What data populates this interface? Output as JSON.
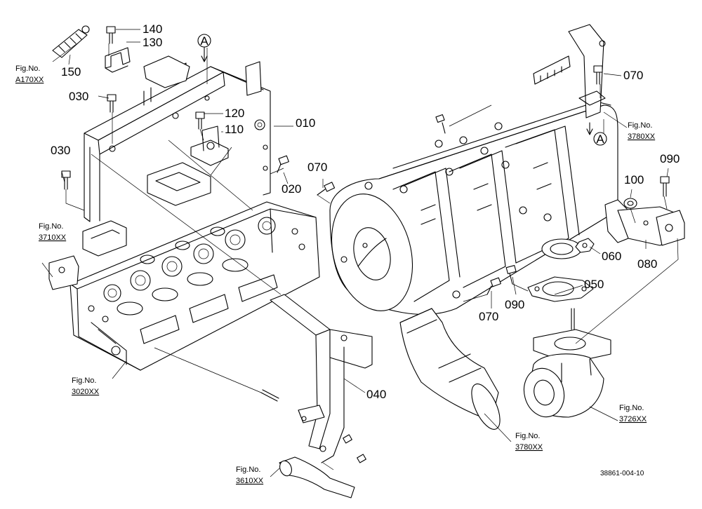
{
  "part_numbers": {
    "p010": "010",
    "p020": "020",
    "p030a": "030",
    "p030b": "030",
    "p040": "040",
    "p050": "050",
    "p060": "060",
    "p070a": "070",
    "p070b": "070",
    "p070c": "070",
    "p080": "080",
    "p090a": "090",
    "p090b": "090",
    "p100": "100",
    "p110": "110",
    "p120": "120",
    "p130": "130",
    "p140": "140",
    "p150": "150"
  },
  "figure_refs": {
    "fig_label": "Fig.No.",
    "a170": "A170XX",
    "r3710": "3710XX",
    "r3020": "3020XX",
    "r3610": "3610XX",
    "r3780_top": "3780XX",
    "r3780_bottom": "3780XX",
    "r3726": "3726XX"
  },
  "markers": {
    "a_top": "A",
    "a_right": "A"
  },
  "drawing_code": "38861-004-10"
}
